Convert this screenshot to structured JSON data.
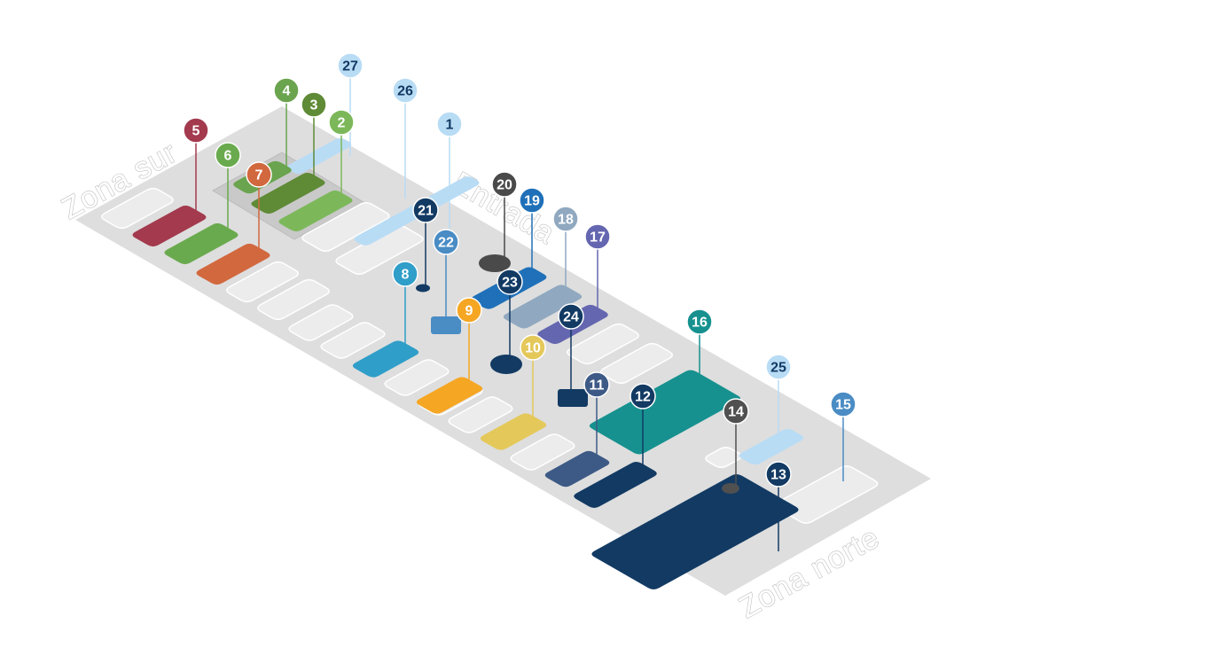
{
  "zones": {
    "south": "Zona sur",
    "entrance": "Entrada",
    "north": "Zona norte"
  },
  "colors": {
    "floor": "#d9d9d9",
    "empty_slot": "#eeeeee",
    "empty_slot_stroke": "#ffffff"
  },
  "markers": [
    {
      "number": "1",
      "color": "#b9dcf5",
      "text_color": "#123a63"
    },
    {
      "number": "2",
      "color": "#7cb85a",
      "text_color": "#ffffff"
    },
    {
      "number": "3",
      "color": "#5f8a36",
      "text_color": "#ffffff"
    },
    {
      "number": "4",
      "color": "#6aa44e",
      "text_color": "#ffffff"
    },
    {
      "number": "5",
      "color": "#a33a4e",
      "text_color": "#ffffff"
    },
    {
      "number": "6",
      "color": "#6aaa4e",
      "text_color": "#ffffff"
    },
    {
      "number": "7",
      "color": "#d2683e",
      "text_color": "#ffffff"
    },
    {
      "number": "8",
      "color": "#2f9ec8",
      "text_color": "#ffffff"
    },
    {
      "number": "9",
      "color": "#f5a623",
      "text_color": "#ffffff"
    },
    {
      "number": "10",
      "color": "#e4c85a",
      "text_color": "#ffffff"
    },
    {
      "number": "11",
      "color": "#3d5a86",
      "text_color": "#ffffff"
    },
    {
      "number": "12",
      "color": "#123a63",
      "text_color": "#ffffff"
    },
    {
      "number": "13",
      "color": "#123a63",
      "text_color": "#ffffff"
    },
    {
      "number": "14",
      "color": "#505050",
      "text_color": "#ffffff"
    },
    {
      "number": "15",
      "color": "#4a8cc4",
      "text_color": "#ffffff"
    },
    {
      "number": "16",
      "color": "#16918f",
      "text_color": "#ffffff"
    },
    {
      "number": "17",
      "color": "#6466b0",
      "text_color": "#ffffff"
    },
    {
      "number": "18",
      "color": "#90a9c0",
      "text_color": "#ffffff"
    },
    {
      "number": "19",
      "color": "#1f70b8",
      "text_color": "#ffffff"
    },
    {
      "number": "20",
      "color": "#4a4a4a",
      "text_color": "#ffffff"
    },
    {
      "number": "21",
      "color": "#123a63",
      "text_color": "#ffffff"
    },
    {
      "number": "22",
      "color": "#4a8cc4",
      "text_color": "#ffffff"
    },
    {
      "number": "23",
      "color": "#123a63",
      "text_color": "#ffffff"
    },
    {
      "number": "24",
      "color": "#123a63",
      "text_color": "#ffffff"
    },
    {
      "number": "25",
      "color": "#b9dcf5",
      "text_color": "#123a63"
    },
    {
      "number": "26",
      "color": "#b9dcf5",
      "text_color": "#123a63"
    },
    {
      "number": "27",
      "color": "#b9dcf5",
      "text_color": "#123a63"
    }
  ]
}
